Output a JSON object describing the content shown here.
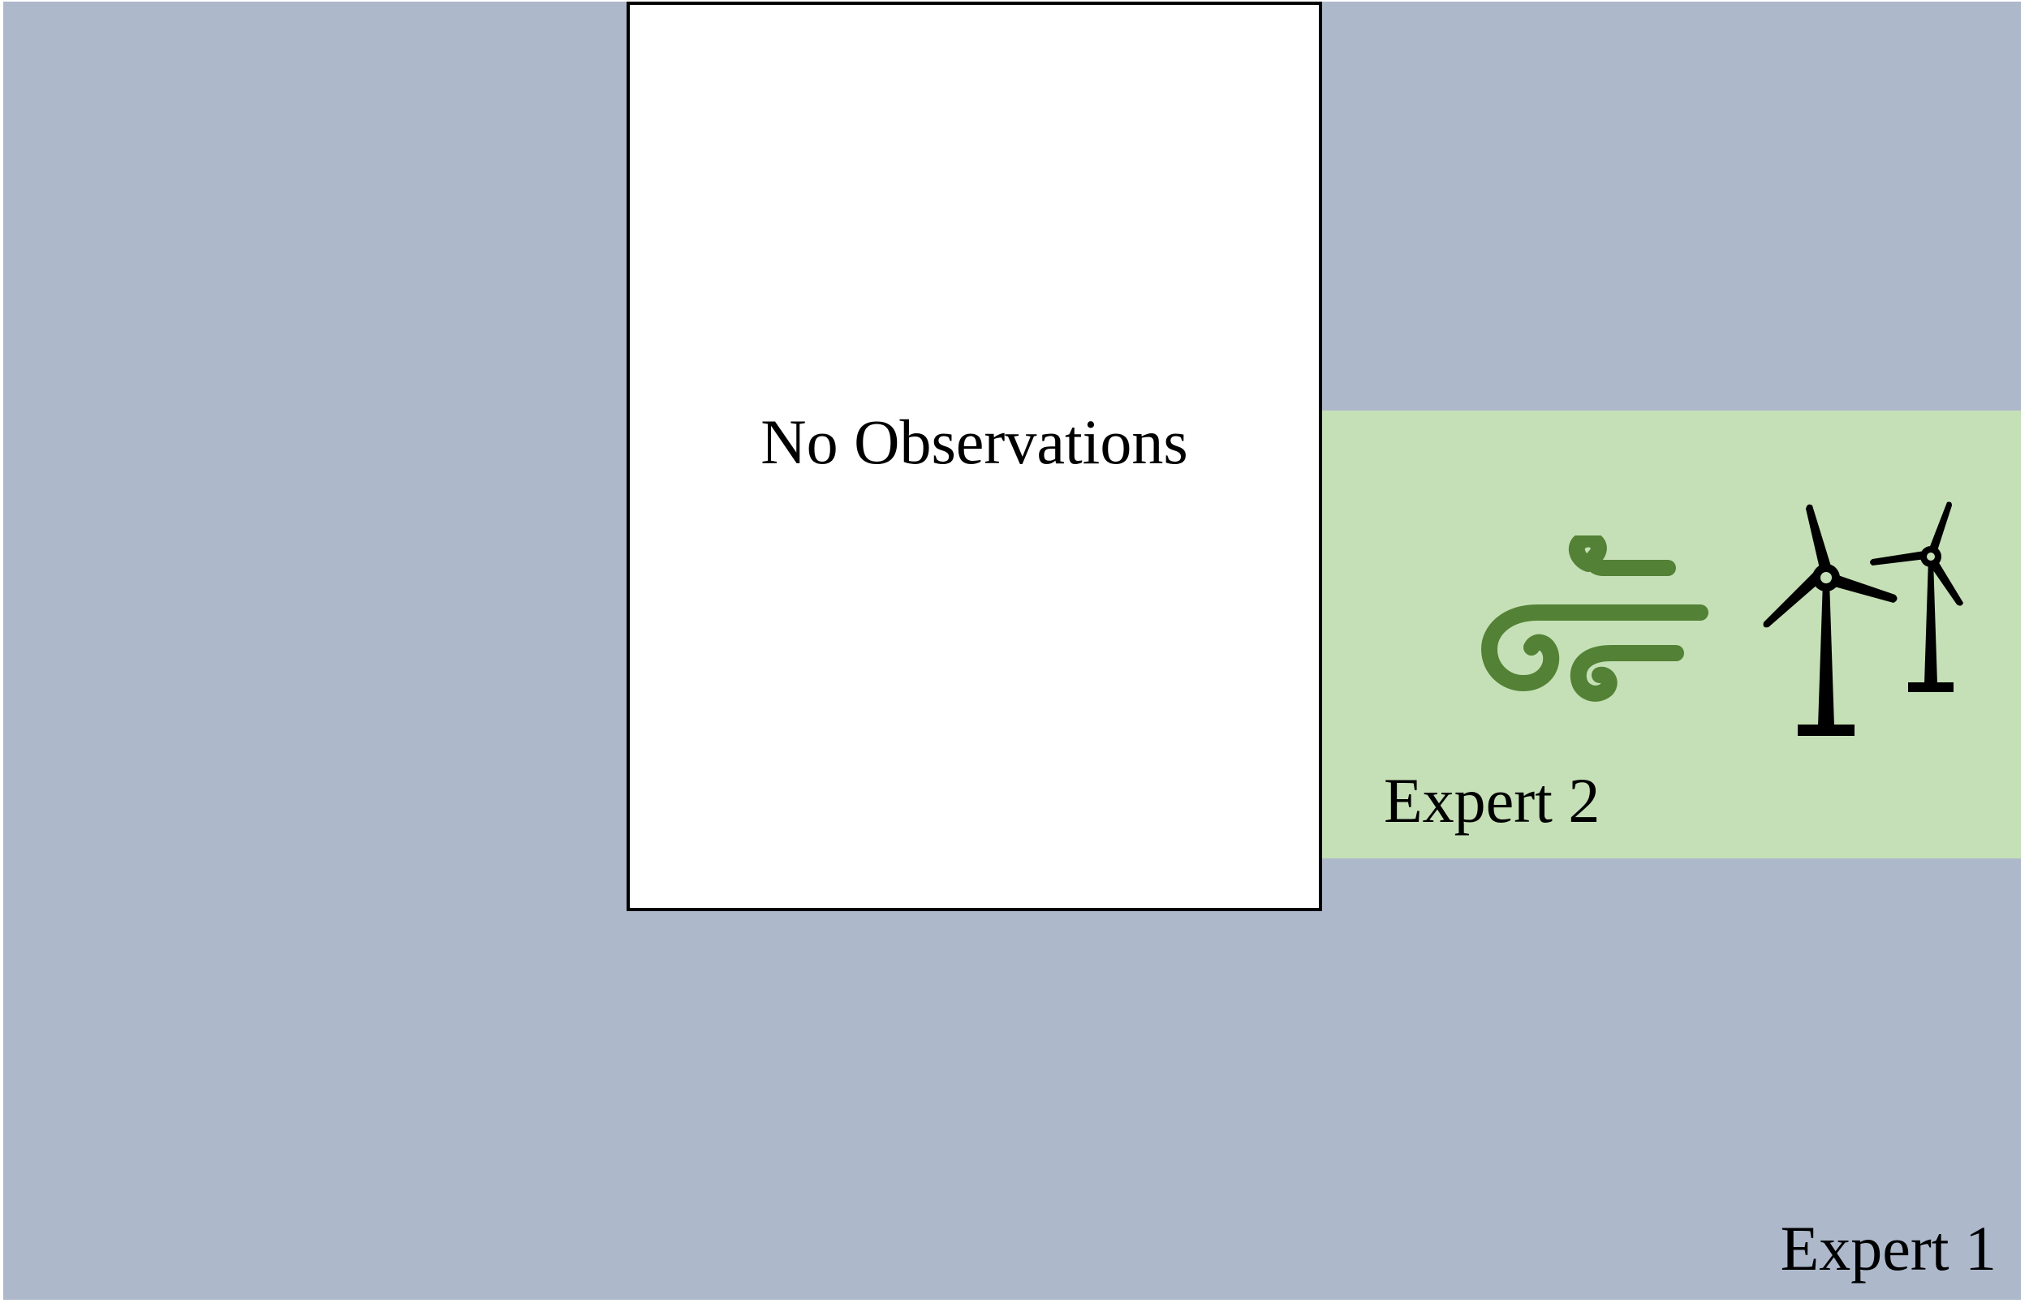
{
  "diagram": {
    "regions": [
      {
        "id": "expert-1",
        "label": "Expert 1",
        "color": "#adb8cb"
      },
      {
        "id": "expert-2",
        "label": "Expert 2",
        "color": "#c5e0b6"
      }
    ],
    "no_observations": {
      "label": "No Observations",
      "fill": "#ffffff",
      "border": "#000000"
    },
    "icons": [
      {
        "name": "wind-icon",
        "color": "#538135"
      },
      {
        "name": "wind-turbines-icon",
        "color": "#000000"
      }
    ]
  }
}
